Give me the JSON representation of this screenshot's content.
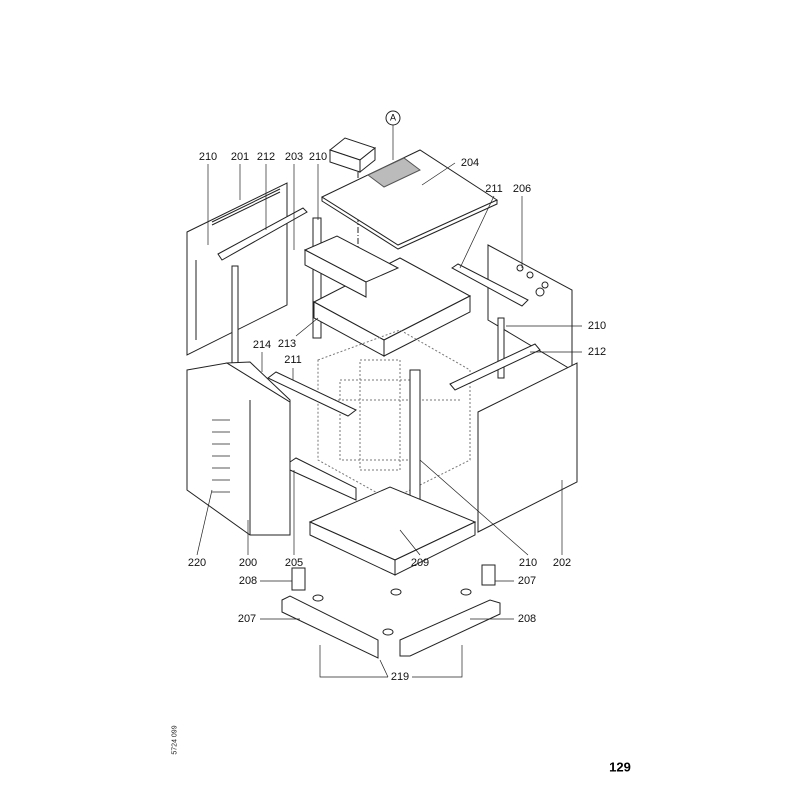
{
  "diagram": {
    "detail_marker": "A",
    "callouts": {
      "top": [
        "210",
        "201",
        "212",
        "203",
        "210"
      ],
      "cover": "204",
      "right_top": [
        "211",
        "206"
      ],
      "right_mid": [
        "210",
        "212"
      ],
      "left_mid": [
        "213",
        "214",
        "211"
      ],
      "bottom_row": [
        "220",
        "200",
        "205",
        "209",
        "210",
        "202"
      ],
      "plinth_upper": [
        "208",
        "207"
      ],
      "plinth_lower": [
        "207",
        "208"
      ],
      "feet": "219"
    }
  },
  "footer": {
    "document_number": "5724 099",
    "page_number": "129"
  }
}
